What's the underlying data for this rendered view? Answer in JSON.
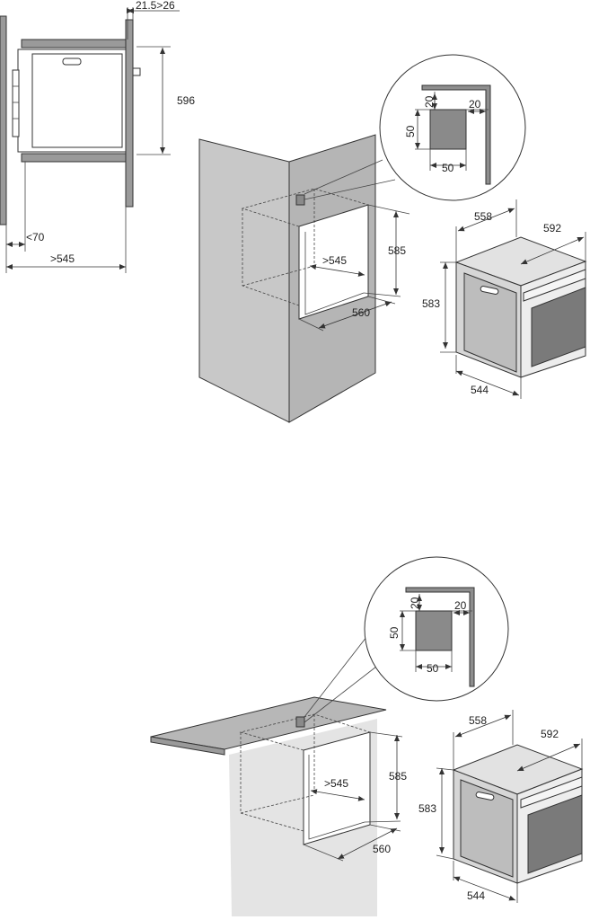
{
  "colors": {
    "background": "#ffffff",
    "cabinet_fill": "#c8c8c8",
    "cabinet_fill_dark": "#a9a9a9",
    "panel_fill": "#8e8e8e",
    "vent_fill": "#8a8a8a",
    "oven_face": "#e9e9e9",
    "oven_glass": "#7a7a7a",
    "line": "#333333"
  },
  "side_section": {
    "top_gap_label": "21.5>26",
    "height_label": "596",
    "min_gap_label": "<70",
    "depth_label": ">545"
  },
  "column_install": {
    "cutout_height": "585",
    "cutout_depth": ">545",
    "cutout_width": "560",
    "vent_detail": {
      "top_offset": "20",
      "side_offset": "20",
      "vent_height": "50",
      "vent_width": "50"
    }
  },
  "oven_top": {
    "depth_label": "558",
    "width_label": "592",
    "height_label": "583",
    "front_width_label": "544"
  },
  "under_counter_install": {
    "cutout_height": "585",
    "cutout_depth": ">545",
    "cutout_width": "560",
    "vent_detail": {
      "top_offset": "20",
      "side_offset": "20",
      "vent_height": "50",
      "vent_width": "50"
    }
  },
  "oven_bottom": {
    "depth_label": "558",
    "width_label": "592",
    "height_label": "583",
    "front_width_label": "544"
  }
}
